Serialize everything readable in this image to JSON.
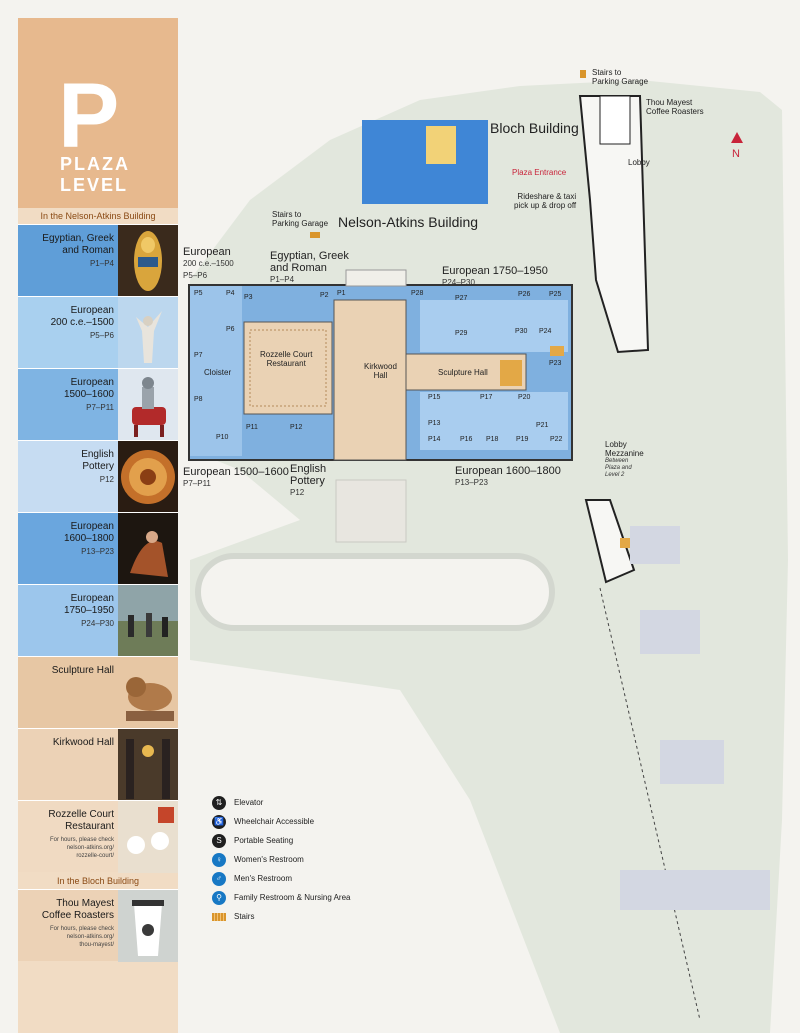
{
  "level": {
    "letter": "P",
    "name": "PLAZA\nLEVEL"
  },
  "sections": {
    "nelson": "In the Nelson-Atkins Building",
    "bloch": "In the Bloch Building"
  },
  "galleries": [
    {
      "name": "Egyptian, Greek\nand Roman",
      "code": "P1–P4",
      "note": "",
      "color": "#5f9ed8",
      "thumb_icon": "sarcophagus-icon"
    },
    {
      "name": "European\n200 c.e.–1500",
      "code": "P5–P6",
      "note": "",
      "color": "#a9d0ef",
      "thumb_icon": "angel-statue-icon"
    },
    {
      "name": "European\n1500–1600",
      "code": "P7–P11",
      "note": "",
      "color": "#7fb4e3",
      "thumb_icon": "armored-knight-icon"
    },
    {
      "name": "English\nPottery",
      "code": "P12",
      "note": "",
      "color": "#c6dcf2",
      "thumb_icon": "decorated-plate-icon"
    },
    {
      "name": "European\n1600–1800",
      "code": "P13–P23",
      "note": "",
      "color": "#6aa6de",
      "thumb_icon": "baroque-painting-icon"
    },
    {
      "name": "European\n1750–1950",
      "code": "P24–P30",
      "note": "",
      "color": "#9cc6ec",
      "thumb_icon": "impressionist-painting-icon"
    },
    {
      "name": "Sculpture Hall",
      "code": "",
      "note": "",
      "color": "#e7c7a4",
      "thumb_icon": "lion-sculpture-icon"
    },
    {
      "name": "Kirkwood Hall",
      "code": "",
      "note": "",
      "color": "#ecd2b6",
      "thumb_icon": "columned-hall-icon"
    },
    {
      "name": "Rozzelle Court\nRestaurant",
      "code": "",
      "note": "For hours, please check\nnelson-atkins.org/\nrozzelle-court/",
      "color": "#f0dac2",
      "thumb_icon": "courtyard-tables-icon"
    },
    {
      "name": "Thou Mayest\nCoffee Roasters",
      "code": "",
      "note": "For hours, please check\nnelson-atkins.org/\nthou-mayest/",
      "color": "#ecd2b6",
      "thumb_icon": "coffee-cup-icon"
    }
  ],
  "map": {
    "buildings": {
      "nelson": "Nelson-Atkins Building",
      "bloch": "Bloch Building"
    },
    "gallery_labels": [
      {
        "name": "European",
        "sub": "200 c.e.–1500",
        "code": "P5–P6"
      },
      {
        "name": "Egyptian, Greek\nand Roman",
        "sub": "",
        "code": "P1–P4"
      },
      {
        "name": "European 1750–1950",
        "sub": "",
        "code": "P24–P30"
      },
      {
        "name": "European 1500–1600",
        "sub": "",
        "code": "P7–P11"
      },
      {
        "name": "English\nPottery",
        "sub": "",
        "code": "P12"
      },
      {
        "name": "European 1600–1800",
        "sub": "",
        "code": "P13–P23"
      }
    ],
    "areas": {
      "rozzelle": "Rozzelle Court\nRestaurant",
      "cloister": "Cloister",
      "kirkwood": "Kirkwood\nHall",
      "sculpture": "Sculpture Hall"
    },
    "rooms": [
      "P1",
      "P2",
      "P3",
      "P4",
      "P5",
      "P6",
      "P7",
      "P8",
      "P10",
      "P11",
      "P12",
      "P13",
      "P14",
      "P15",
      "P16",
      "P17",
      "P18",
      "P19",
      "P20",
      "P21",
      "P22",
      "P23",
      "P24",
      "P25",
      "P26",
      "P27",
      "P28",
      "P29",
      "P30"
    ],
    "stairs_garage_nelson": "Stairs to\nParking Garage",
    "stairs_garage_bloch": "Stairs to\nParking Garage",
    "coffee": "Thou Mayest\nCoffee Roasters",
    "lobby": "Lobby",
    "plaza_entrance": "Plaza Entrance",
    "rideshare": "Rideshare & taxi\npick up & drop off",
    "mezzanine": {
      "title": "Lobby\nMezzanine",
      "note": "Between\nPlaza and\nLevel 2"
    },
    "north": "N"
  },
  "key": [
    {
      "icon": "elevator-icon",
      "label": "Elevator",
      "glyph": "⇅"
    },
    {
      "icon": "wheelchair-icon",
      "label": "Wheelchair Accessible",
      "glyph": "♿"
    },
    {
      "icon": "portable-seating-icon",
      "label": "Portable Seating",
      "glyph": "S"
    },
    {
      "icon": "womens-restroom-icon",
      "label": "Women's Restroom",
      "glyph": "♀"
    },
    {
      "icon": "mens-restroom-icon",
      "label": "Men's Restroom",
      "glyph": "♂"
    },
    {
      "icon": "family-restroom-icon",
      "label": "Family Restroom & Nursing Area",
      "glyph": "⚲"
    },
    {
      "icon": "stairs-icon",
      "label": "Stairs",
      "glyph": ""
    }
  ],
  "colors": {
    "gallery_blue": "#7fb0df",
    "gallery_light": "#b9d6f0",
    "hall_tan": "#ead2b4",
    "grounds": "#dfe4d9",
    "water": "#3f86d6",
    "stairs": "#d9952b",
    "accent_red": "#c8243a"
  }
}
